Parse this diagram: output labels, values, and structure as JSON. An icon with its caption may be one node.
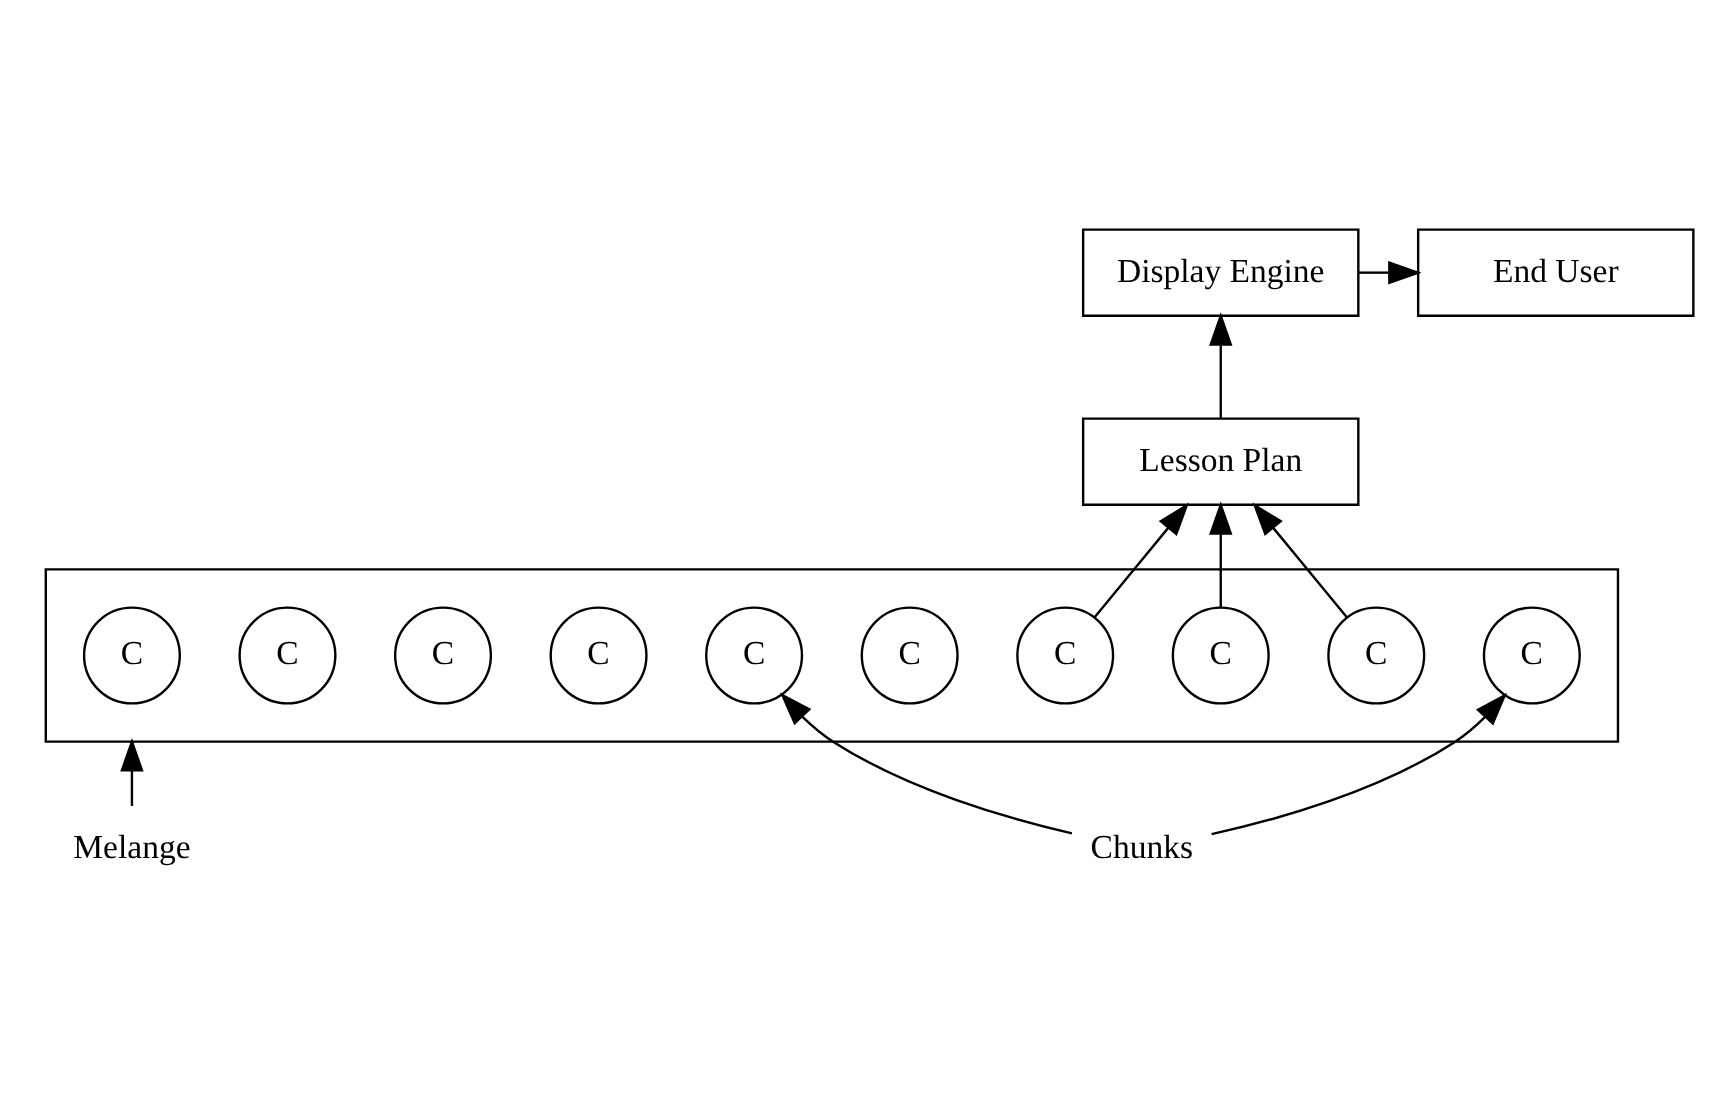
{
  "diagram": {
    "nodes": [
      {
        "text": [
          "Display Engine"
        ]
      },
      {
        "text": [
          "End User"
        ]
      },
      {
        "text": [
          "Lesson Plan"
        ]
      },
      {
        "text": [
          "Melange"
        ]
      },
      {
        "text": [],
        "shape": "box"
      },
      {
        "text": [
          "C"
        ],
        "in": 4
      },
      {
        "text": [
          "C"
        ],
        "in": 4
      },
      {
        "text": [
          "C"
        ],
        "in": 4
      },
      {
        "text": [
          "C"
        ],
        "in": 4
      },
      {
        "text": [
          "C"
        ],
        "in": 4
      },
      {
        "text": [
          "C"
        ],
        "in": 4
      },
      {
        "text": [
          "C"
        ],
        "in": 4
      },
      {
        "text": [
          "C"
        ],
        "in": 4
      },
      {
        "text": [
          "C"
        ],
        "in": 4
      },
      {
        "text": [
          "C"
        ],
        "in": 4
      },
      {
        "text": [
          "Chunks"
        ]
      }
    ],
    "edges": [
      {
        "from": 0,
        "to": 1,
        "arrow": "to"
      },
      {
        "from": 2,
        "to": 0,
        "arrow": "to"
      },
      {
        "from": 6,
        "to": 2,
        "arrow": "to"
      },
      {
        "from": 7,
        "to": 2,
        "arrow": "to"
      },
      {
        "from": 8,
        "to": 2,
        "arrow": "to"
      },
      {
        "from": 3,
        "to": 4,
        "arrow": "to"
      },
      {
        "from": 15,
        "to": 10,
        "arrow": "to"
      },
      {
        "from": 15,
        "to": 14,
        "arrow": "to"
      }
    ]
  }
}
